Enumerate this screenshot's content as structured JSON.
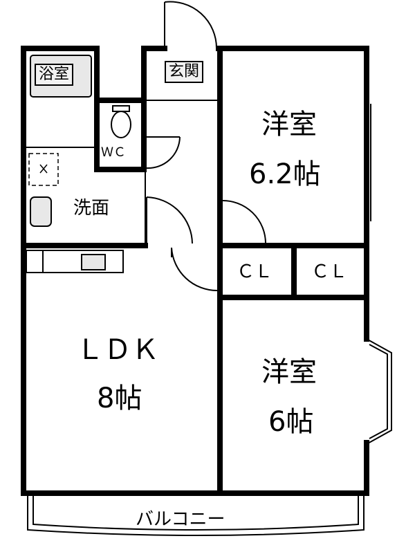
{
  "rooms": {
    "bath": {
      "label": "浴室"
    },
    "entrance": {
      "label": "玄関"
    },
    "wc": {
      "label": "ＷＣ"
    },
    "washroom": {
      "label": "洗面"
    },
    "western_room_1": {
      "name": "洋室",
      "size": "6.2帖"
    },
    "ldk": {
      "name": "ＬＤＫ",
      "size": "8帖"
    },
    "closet_1": {
      "label": "ＣＬ"
    },
    "closet_2": {
      "label": "ＣＬ"
    },
    "western_room_2": {
      "name": "洋室",
      "size": "6帖"
    },
    "balcony": {
      "label": "バルコニー"
    }
  },
  "colors": {
    "wall": "#000000",
    "fixture": "#e8e8e8",
    "background": "#ffffff"
  }
}
